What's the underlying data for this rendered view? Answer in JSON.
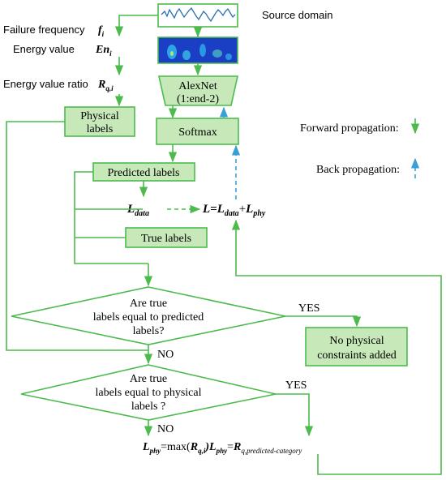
{
  "left_labels": {
    "failure_frequency": "Failure frequency",
    "failure_frequency_symbol": "f",
    "failure_frequency_sub": "i",
    "energy_value": "Energy value",
    "energy_value_symbol": "En",
    "energy_value_sub": "i",
    "energy_ratio": "Energy value ratio",
    "energy_ratio_symbol": "R",
    "energy_ratio_sub": "q,i"
  },
  "source_domain": "Source domain",
  "boxes": {
    "physical_labels_line1": "Physical",
    "physical_labels_line2": "labels",
    "alexnet_line1": "AlexNet",
    "alexnet_line2": "(1:end-2)",
    "softmax": "Softmax",
    "predicted_labels": "Predicted labels",
    "true_labels": "True labels",
    "no_physical_line1": "No physical",
    "no_physical_line2": "constraints added"
  },
  "loss": {
    "l_data": "L",
    "l_data_sub": "data",
    "total_lhs": "L",
    "total_eq": "=",
    "total_term1": "L",
    "total_term1_sub": "data",
    "total_plus": "+",
    "total_term2": "L",
    "total_term2_sub": "phy"
  },
  "decisions": {
    "d1_line1": "Are true",
    "d1_line2": "labels equal to predicted",
    "d1_line3": "labels?",
    "d2_line1": "Are true",
    "d2_line2": "labels equal to physical",
    "d2_line3": "labels ?",
    "yes1": "YES",
    "no1": "NO",
    "yes2": "YES",
    "no2": "NO"
  },
  "formula": {
    "lhs": "L",
    "lhs_sub": "phy",
    "eq1": "=max(",
    "r": "R",
    "r_sub": "q,i",
    "close": ")",
    "l2": "L",
    "l2_sub": "phy",
    "eq2": "=",
    "r2": "R",
    "r2_sub": "q,predicted-category"
  },
  "legend": {
    "forward": "Forward propagation:",
    "back": "Back propagation:"
  },
  "colors": {
    "green_line": "#4cbb4c",
    "box_fill": "#c7e8b8",
    "back_arrow": "#3a9fd6",
    "spectrogram": "#1b3fc4"
  }
}
